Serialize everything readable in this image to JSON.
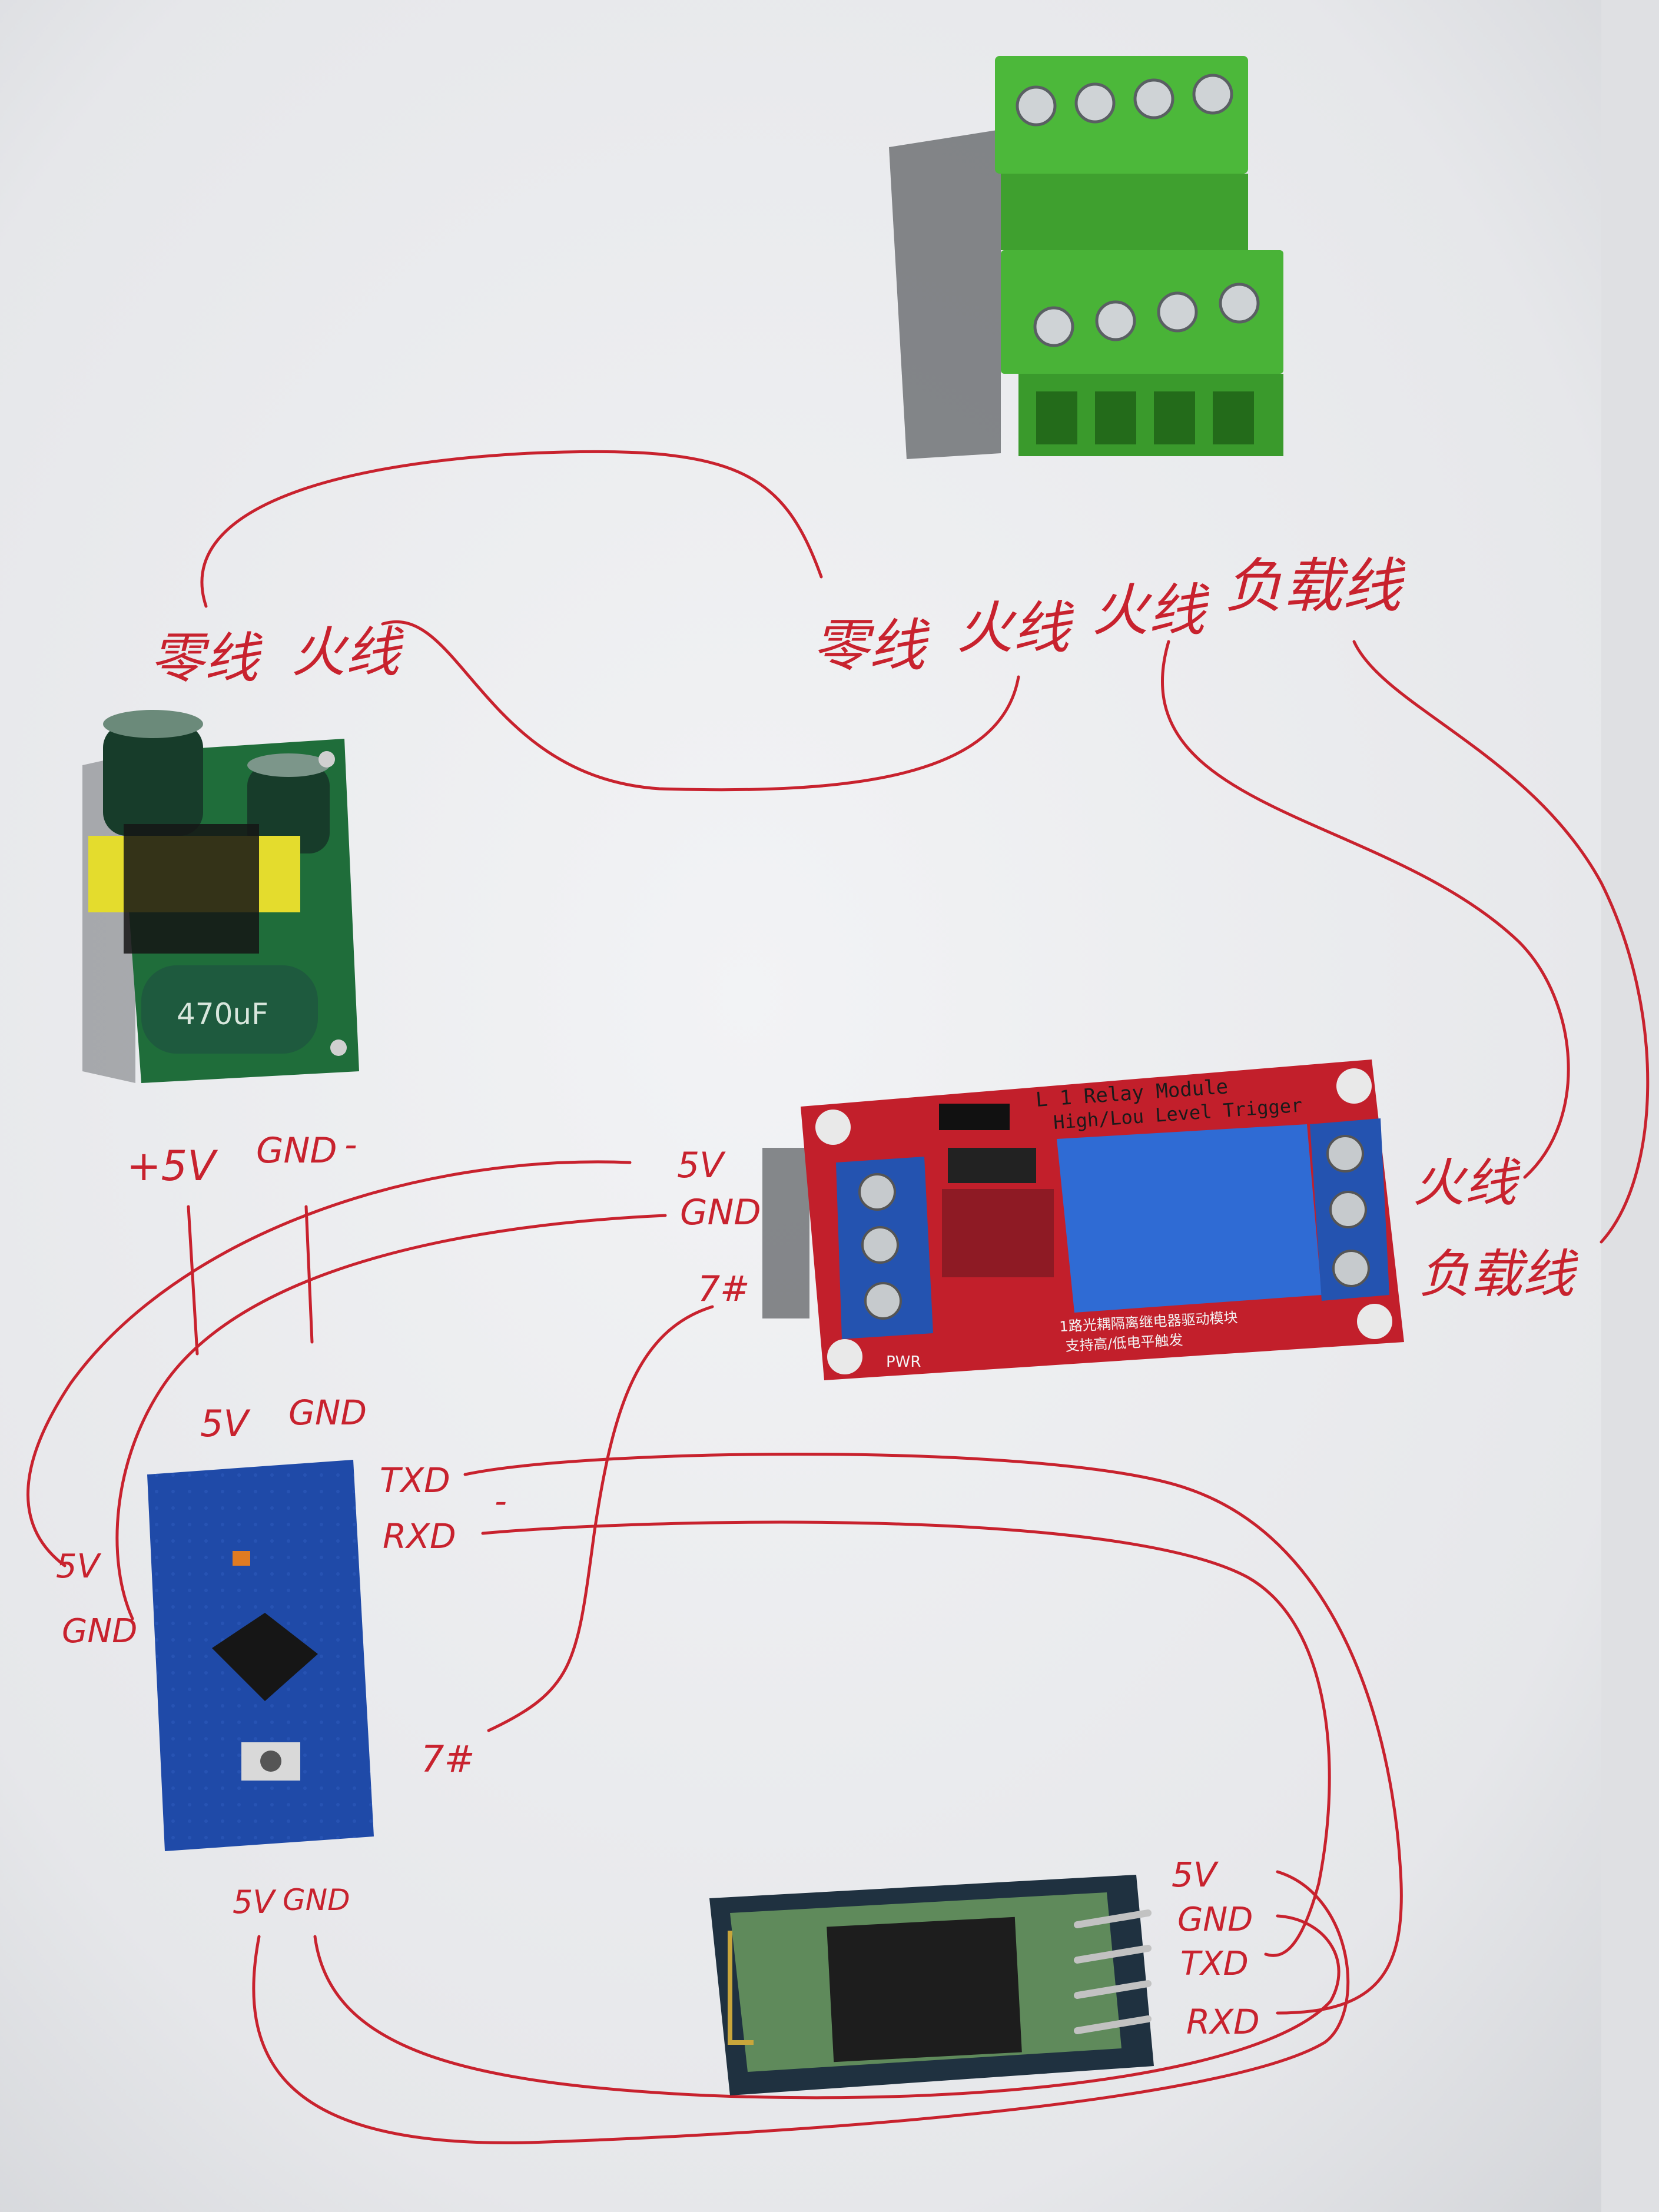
{
  "colors": {
    "paper": "#eeeff1",
    "ink": "#c8222e",
    "terminal_green": "#4cb83a",
    "relay_red": "#c21f2b",
    "relay_blue": "#2453b0",
    "arduino_blue": "#1f4aa8",
    "psu_green": "#1f6d3a"
  },
  "labels": {
    "psu_neutral": "零线",
    "psu_live": "火线",
    "term_neutral": "零线",
    "term_live1": "火线",
    "term_live2": "火线",
    "term_load": "负载线",
    "psu_plus5v": "+5V",
    "psu_gnd": "GND",
    "psu_dash": "-",
    "relay_5v": "5V",
    "relay_gnd": "GND",
    "relay_7": "7#",
    "relay_live": "火线",
    "relay_load": "负载线",
    "ard_top_5v": "5V",
    "ard_top_gnd": "GND",
    "ard_txd": "TXD",
    "ard_rxd": "RXD",
    "ard_dash": "-",
    "ard_left_5v": "5V",
    "ard_left_gnd": "GND",
    "ard_7": "7#",
    "ard_bottom_5v": "5V",
    "ard_bottom_gnd": "GND",
    "bt_5v": "5V",
    "bt_gnd": "GND",
    "bt_txd": "TXD",
    "bt_rxd": "RXD"
  },
  "relay_board": {
    "title_line1": "L 1 Relay Module",
    "title_line2": "High/Lou Level Trigger",
    "cn_line1": "1路光耦隔离继电器驱动模块",
    "cn_line2": "支持高/低电平触发",
    "pwr": "PWR"
  },
  "psu_board": {
    "cap_label": "470uF"
  }
}
